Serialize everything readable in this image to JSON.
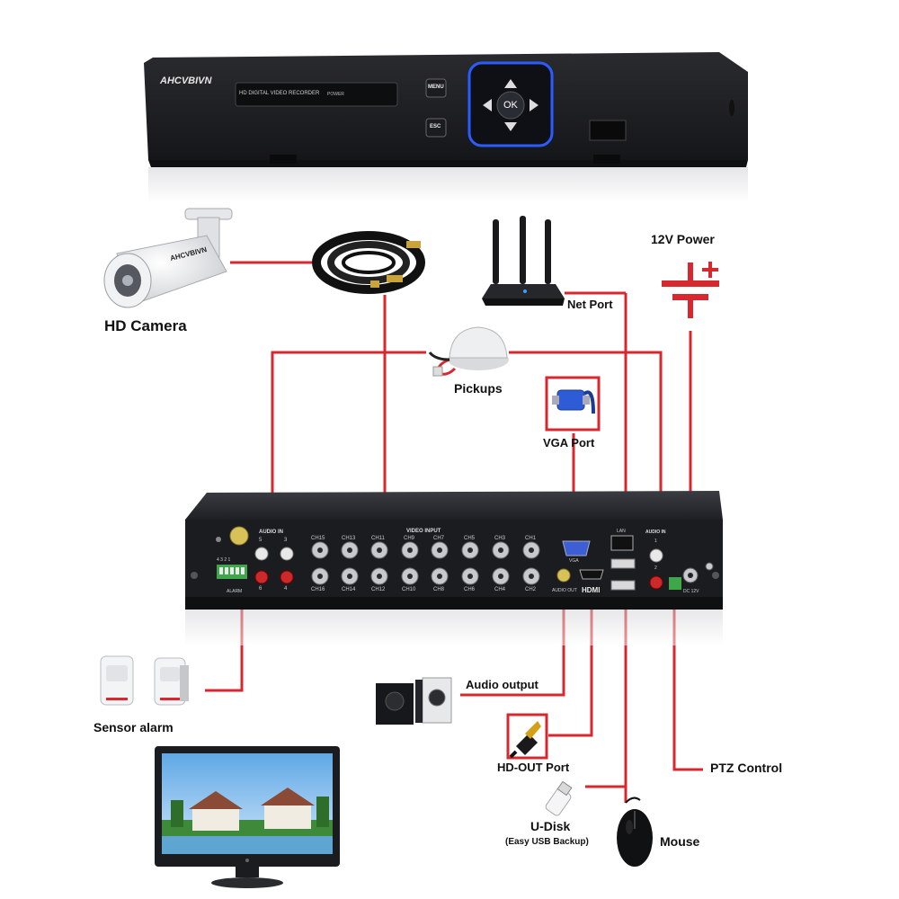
{
  "front_panel": {
    "brand": "AHCVBIVN",
    "model_text": "HD DIGITAL VIDEO RECORDER",
    "power_text": "POWER",
    "menu_button": "MENU",
    "esc_button": "ESC",
    "ok_button": "OK"
  },
  "back_panel": {
    "audio_in_left": "AUDIO IN",
    "audio_in_left_nums": [
      "5",
      "3",
      "6",
      "4"
    ],
    "video_input": "VIDEO INPUT",
    "channels_top": [
      "CH15",
      "CH13",
      "CH11",
      "CH9",
      "CH7",
      "CH5",
      "CH3",
      "CH1"
    ],
    "channels_bottom": [
      "CH16",
      "CH14",
      "CH12",
      "CH10",
      "CH8",
      "CH6",
      "CH4",
      "CH2"
    ],
    "vga": "VGA",
    "audio_out": "AUDIO OUT",
    "hdmi": "HDMI",
    "lan": "LAN",
    "audio_in_right": "AUDIO IN",
    "audio_in_right_nums": [
      "1",
      "2"
    ],
    "dc": "DC 12V",
    "alarm": "ALARM",
    "alarm_nums": "4 3 2 1"
  },
  "labels": {
    "hd_camera": "HD Camera",
    "power": "12V Power",
    "net_port": "Net Port",
    "pickups": "Pickups",
    "vga_port": "VGA Port",
    "audio_output": "Audio output",
    "sensor_alarm": "Sensor alarm",
    "hd_out_port": "HD-OUT Port",
    "ptz_control": "PTZ Control",
    "u_disk": "U-Disk",
    "u_disk_sub": "(Easy USB Backup)",
    "mouse": "Mouse"
  },
  "colors": {
    "connector_line": "#d7282f",
    "dvr_body": "#2b2d31",
    "label_text": "#111111"
  }
}
